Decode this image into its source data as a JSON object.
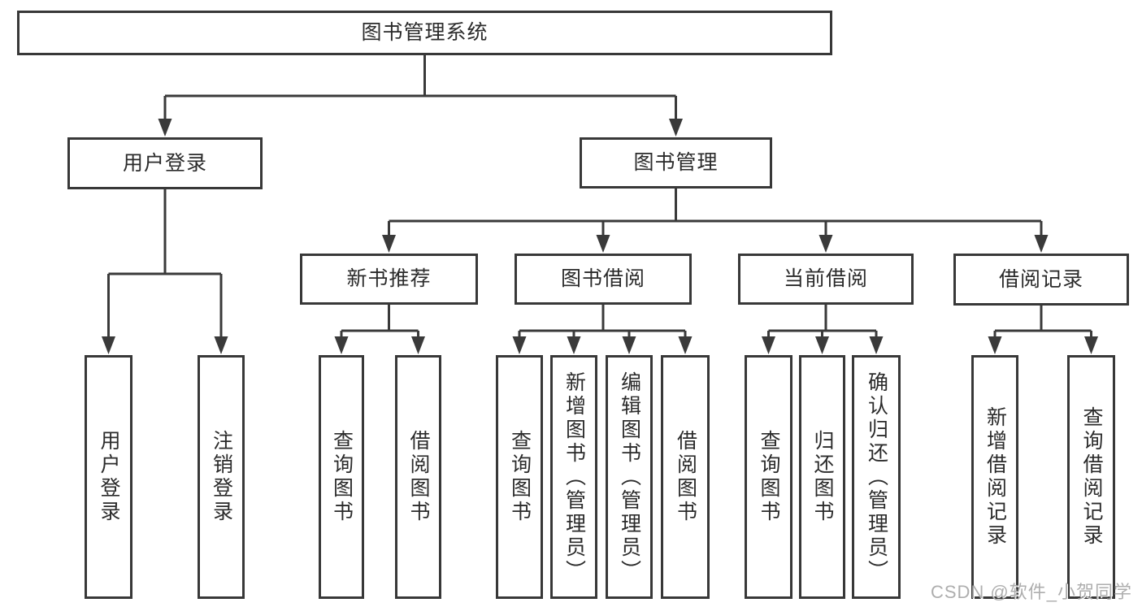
{
  "tree": {
    "label": "图书管理系统",
    "children": [
      {
        "label": "用户登录",
        "children": [
          {
            "label": "用户登录"
          },
          {
            "label": "注销登录"
          }
        ]
      },
      {
        "label": "图书管理",
        "children": [
          {
            "label": "新书推荐",
            "children": [
              {
                "label": "查询图书"
              },
              {
                "label": "借阅图书"
              }
            ]
          },
          {
            "label": "图书借阅",
            "children": [
              {
                "label": "查询图书"
              },
              {
                "label": "新增图书（管理员）"
              },
              {
                "label": "编辑图书（管理员）"
              },
              {
                "label": "借阅图书"
              }
            ]
          },
          {
            "label": "当前借阅",
            "children": [
              {
                "label": "查询图书"
              },
              {
                "label": "归还图书"
              },
              {
                "label": "确认归还（管理员）"
              }
            ]
          },
          {
            "label": "借阅记录",
            "children": [
              {
                "label": "新增借阅记录"
              },
              {
                "label": "查询借阅记录"
              }
            ]
          }
        ]
      }
    ]
  },
  "watermark": "CSDN @软件_小贺同学",
  "colors": {
    "line": "#3a3a3a",
    "border": "#383838",
    "text": "#2b2b2b",
    "background": "#ffffff",
    "watermark": "#a5a5a5"
  }
}
